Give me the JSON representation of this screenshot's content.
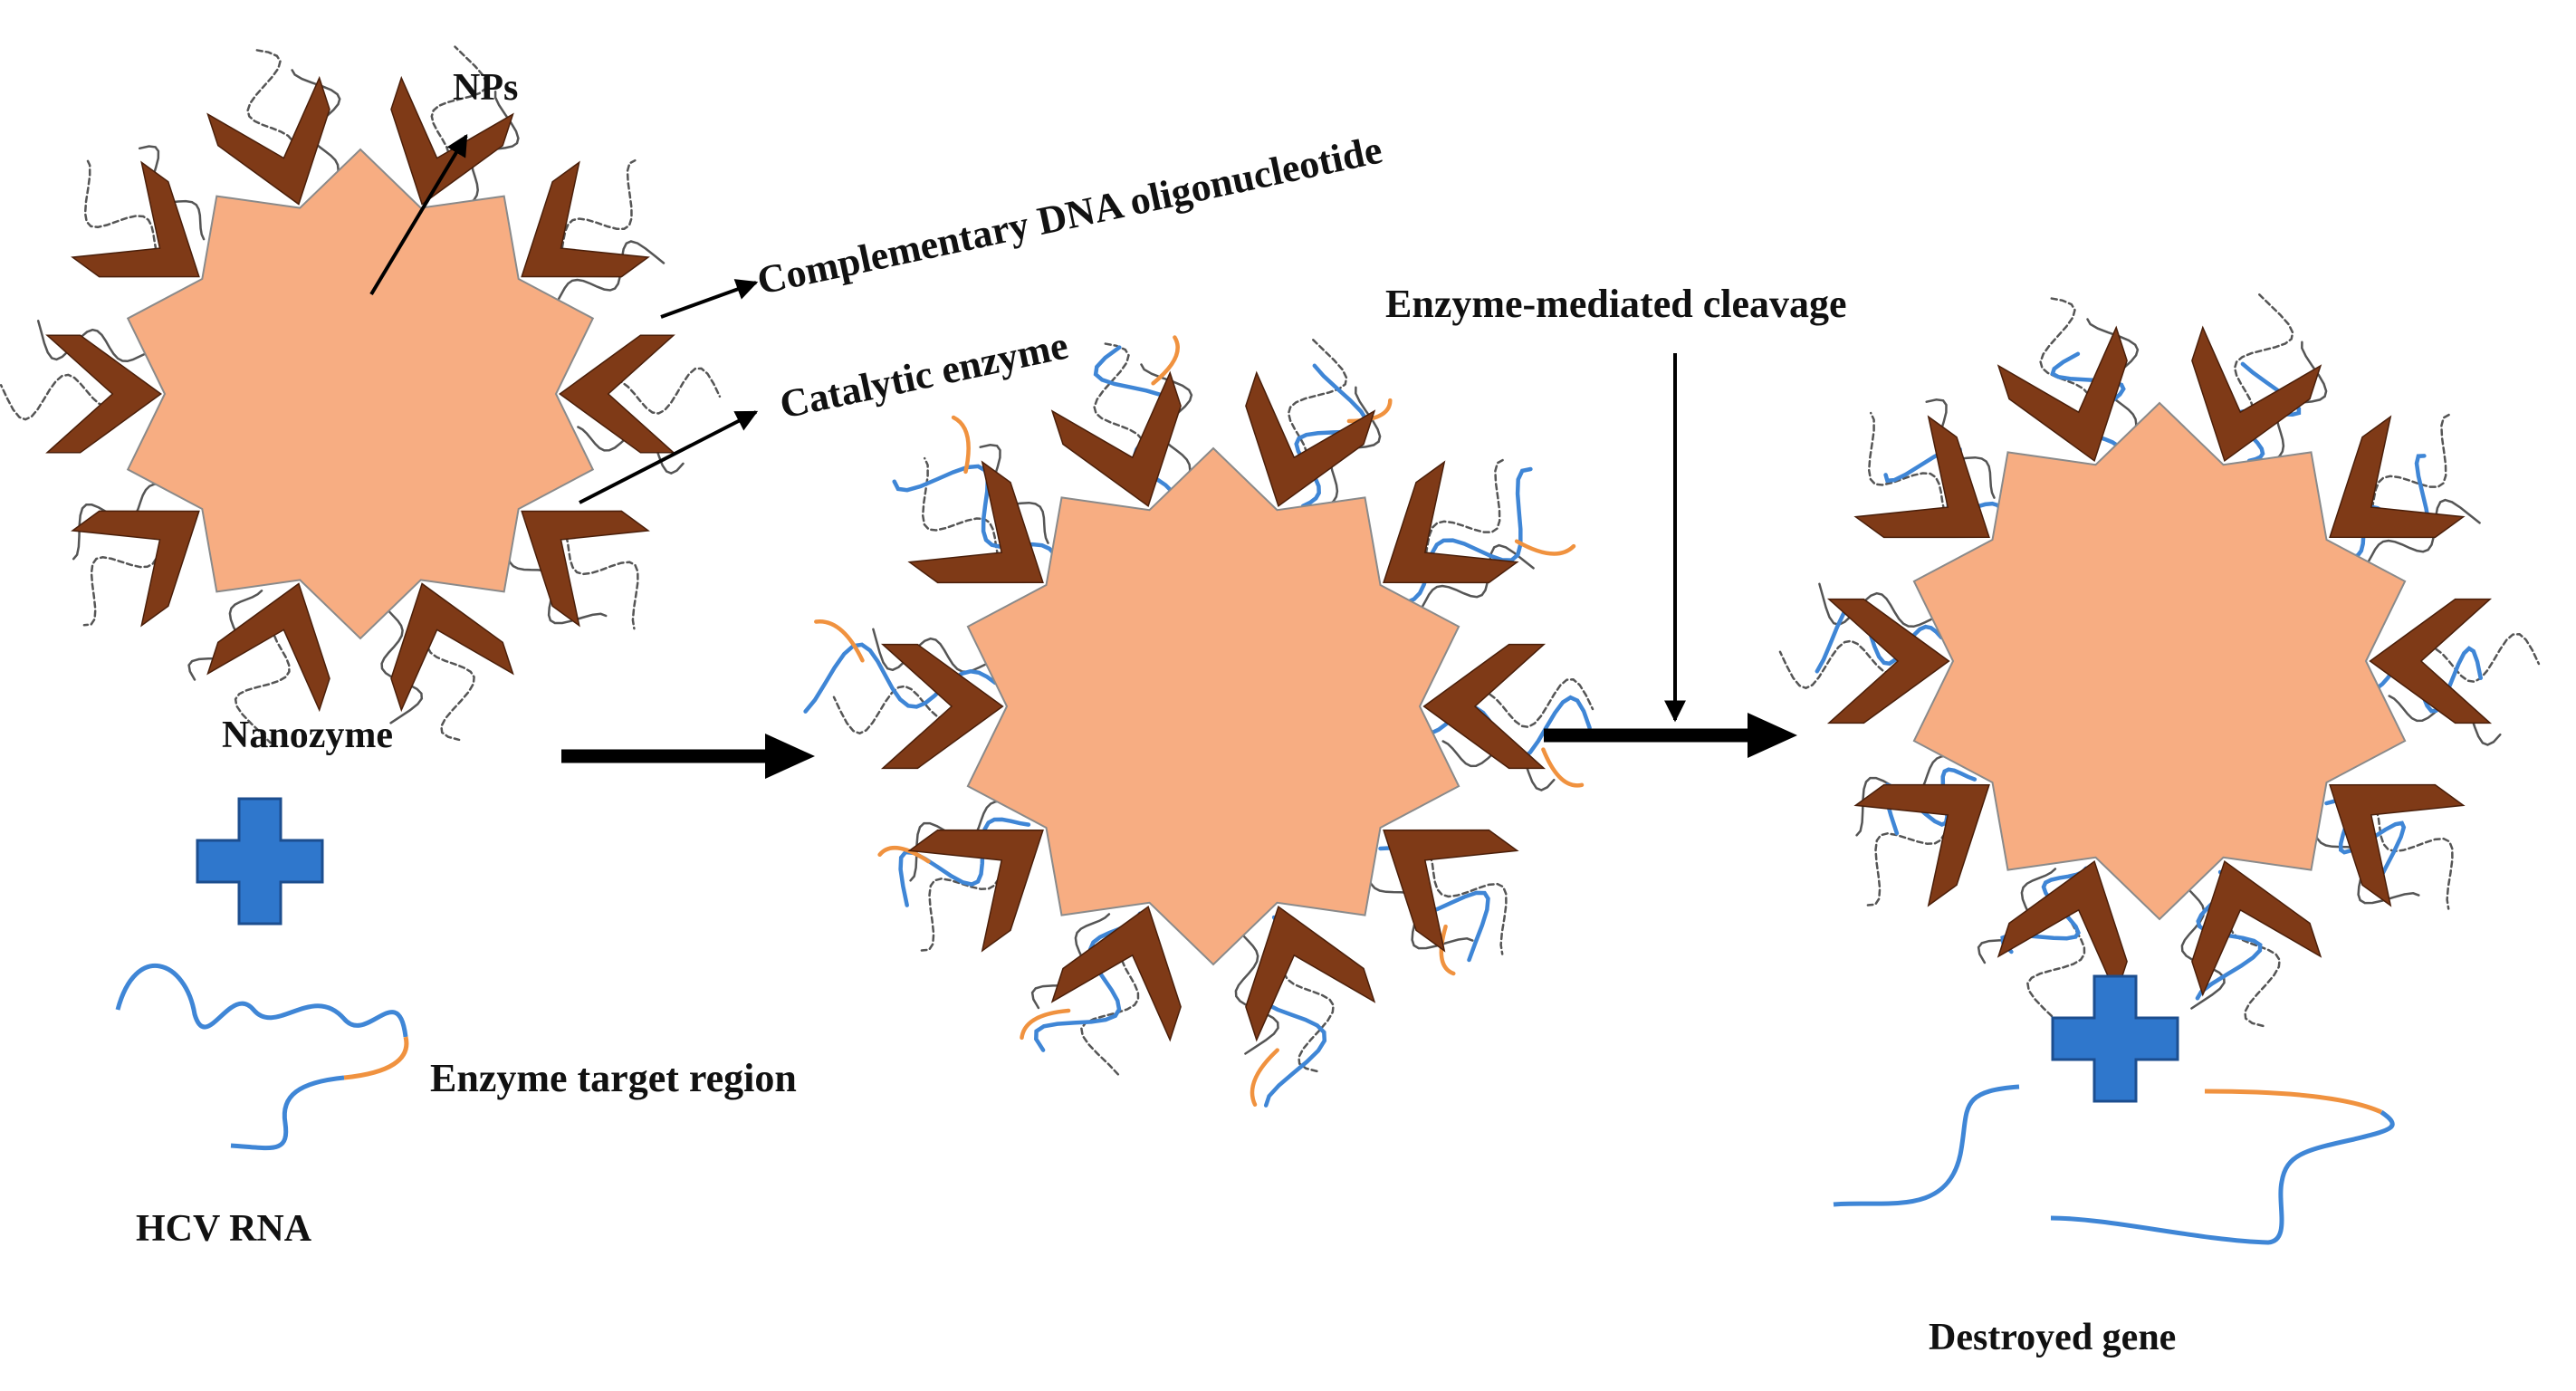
{
  "labels": {
    "nps": "NPs",
    "dna": "Complementary DNA oligonucleotide",
    "enzyme": "Catalytic enzyme",
    "nanozyme": "Nanozyme",
    "target": "Enzyme target region",
    "hcv": "HCV RNA",
    "cleavage": "Enzyme-mediated cleavage",
    "destroyed": "Destroyed gene"
  },
  "colors": {
    "nanoparticle": "#F7AD82",
    "enzyme": "#7F3A17",
    "rna": "#3F86D6",
    "target_region": "#F0923F",
    "dna": "#555555",
    "plus": "#2F77CC",
    "arrow": "#000000"
  }
}
